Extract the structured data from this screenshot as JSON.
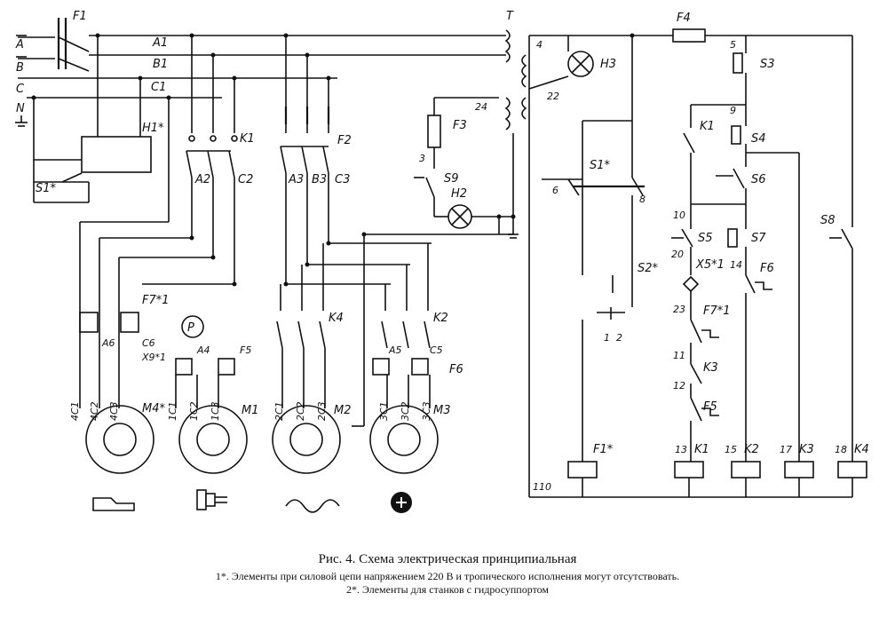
{
  "caption": {
    "title": "Рис. 4. Схема электрическая принципиальная",
    "note1": "1*. Элементы при силовой цепи напряжением 220 В и тропического исполнения могут отсутствовать.",
    "note2": "2*. Элементы для станков с гидросуппортом"
  },
  "power": {
    "phases": [
      "A",
      "B",
      "C",
      "N"
    ],
    "bus_labels": [
      "A1",
      "B1",
      "C1"
    ],
    "breaker": "F1",
    "transformer": "T",
    "h1": "H1*",
    "s1": "S1*",
    "contactor_k1": "K1",
    "fuse_f2": "F2",
    "contactor_k4": "K4",
    "contactor_k2": "K2",
    "wires_k1": [
      "A2",
      "C2"
    ],
    "wires_f2": [
      "A3",
      "B3",
      "C3"
    ],
    "relay_f7": "F7*1",
    "relay_a6": "A6",
    "relay_c6": "C6",
    "x9": "X9*1",
    "pressure": "P",
    "a4": "A4",
    "f5": "F5",
    "a5": "A5",
    "c5": "C5",
    "f6": "F6",
    "f3": "F3",
    "s9": "S9",
    "h2": "H2",
    "wire_3": "3",
    "wire_24": "24",
    "motors": [
      {
        "name": "M4*",
        "terminals": [
          "4C1",
          "4C2",
          "4C3"
        ]
      },
      {
        "name": "M1",
        "terminals": [
          "1C1",
          "1C2",
          "1C3"
        ]
      },
      {
        "name": "M2",
        "terminals": [
          "2C1",
          "2C2",
          "2C3"
        ]
      },
      {
        "name": "M3",
        "terminals": [
          "3C1",
          "3C2",
          "3C3"
        ]
      }
    ]
  },
  "control": {
    "f4": "F4",
    "h3": "H3",
    "s3": "S3",
    "k1": "K1",
    "s4": "S4",
    "s6": "S6",
    "s1": "S1*",
    "s2": "S2*",
    "s5": "S5",
    "s7": "S7",
    "s8": "S8",
    "x5": "X5*1",
    "f6": "F6",
    "f7": "F7*1",
    "k3": "K3",
    "f5": "F5",
    "wires": [
      "4",
      "22",
      "5",
      "9",
      "10",
      "20",
      "23",
      "11",
      "12",
      "13",
      "15",
      "17",
      "18",
      "6",
      "8",
      "14",
      "110",
      "1",
      "2"
    ],
    "coils": [
      {
        "wire": "",
        "name": "F1*"
      },
      {
        "wire": "13",
        "name": "K1"
      },
      {
        "wire": "15",
        "name": "K2"
      },
      {
        "wire": "17",
        "name": "K3"
      },
      {
        "wire": "18",
        "name": "K4"
      }
    ]
  }
}
